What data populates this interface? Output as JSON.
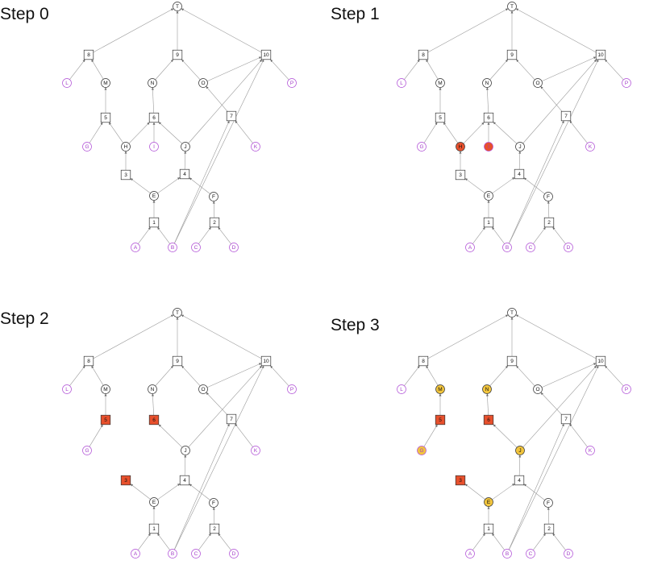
{
  "colors": {
    "normal_fill": "#ffffff",
    "normal_stroke": "#333333",
    "leaf_stroke": "#b04fd6",
    "leaf_text": "#a23cc8",
    "red_fill": "#e8502c",
    "yellow_fill": "#f2c53d",
    "edge": "#9a9a9a"
  },
  "panels": [
    {
      "title": "Step 0",
      "hidden": [],
      "red": [],
      "yellow": []
    },
    {
      "title": "Step 1",
      "hidden": [],
      "red": [
        "H",
        "I"
      ],
      "yellow": []
    },
    {
      "title": "Step 2",
      "hidden": [
        "H",
        "I"
      ],
      "red": [
        "5",
        "6",
        "3"
      ],
      "yellow": []
    },
    {
      "title": "Step 3",
      "hidden": [
        "H",
        "I"
      ],
      "red": [
        "5",
        "6",
        "3"
      ],
      "yellow": [
        "M",
        "N",
        "G",
        "J",
        "E"
      ]
    }
  ],
  "nodes": [
    {
      "id": "T",
      "shape": "circle",
      "kind": "normal"
    },
    {
      "id": "8",
      "shape": "square",
      "kind": "normal"
    },
    {
      "id": "9",
      "shape": "square",
      "kind": "normal"
    },
    {
      "id": "10",
      "shape": "square",
      "kind": "normal"
    },
    {
      "id": "L",
      "shape": "circle",
      "kind": "leaf"
    },
    {
      "id": "M",
      "shape": "circle",
      "kind": "normal"
    },
    {
      "id": "N",
      "shape": "circle",
      "kind": "normal"
    },
    {
      "id": "O",
      "shape": "circle",
      "kind": "normal"
    },
    {
      "id": "P",
      "shape": "circle",
      "kind": "leaf"
    },
    {
      "id": "5",
      "shape": "square",
      "kind": "normal"
    },
    {
      "id": "6",
      "shape": "square",
      "kind": "normal"
    },
    {
      "id": "7",
      "shape": "square",
      "kind": "normal"
    },
    {
      "id": "G",
      "shape": "circle",
      "kind": "leaf"
    },
    {
      "id": "H",
      "shape": "circle",
      "kind": "normal"
    },
    {
      "id": "I",
      "shape": "circle",
      "kind": "leaf"
    },
    {
      "id": "J",
      "shape": "circle",
      "kind": "normal"
    },
    {
      "id": "K",
      "shape": "circle",
      "kind": "leaf"
    },
    {
      "id": "3",
      "shape": "square",
      "kind": "normal"
    },
    {
      "id": "4",
      "shape": "square",
      "kind": "normal"
    },
    {
      "id": "E",
      "shape": "circle",
      "kind": "normal"
    },
    {
      "id": "F",
      "shape": "circle",
      "kind": "normal"
    },
    {
      "id": "1",
      "shape": "square",
      "kind": "normal"
    },
    {
      "id": "2",
      "shape": "square",
      "kind": "normal"
    },
    {
      "id": "A",
      "shape": "circle",
      "kind": "leaf"
    },
    {
      "id": "B",
      "shape": "circle",
      "kind": "leaf"
    },
    {
      "id": "C",
      "shape": "circle",
      "kind": "leaf"
    },
    {
      "id": "D",
      "shape": "circle",
      "kind": "leaf"
    }
  ],
  "edges": [
    [
      "8",
      "T"
    ],
    [
      "9",
      "T"
    ],
    [
      "10",
      "T"
    ],
    [
      "L",
      "8"
    ],
    [
      "M",
      "8"
    ],
    [
      "N",
      "9"
    ],
    [
      "O",
      "9"
    ],
    [
      "O",
      "10"
    ],
    [
      "P",
      "10"
    ],
    [
      "J",
      "10"
    ],
    [
      "B",
      "10"
    ],
    [
      "5",
      "M"
    ],
    [
      "6",
      "N"
    ],
    [
      "7",
      "O"
    ],
    [
      "G",
      "5"
    ],
    [
      "H",
      "5"
    ],
    [
      "H",
      "6"
    ],
    [
      "I",
      "6"
    ],
    [
      "J",
      "6"
    ],
    [
      "K",
      "7"
    ],
    [
      "3",
      "H"
    ],
    [
      "4",
      "J"
    ],
    [
      "E",
      "3"
    ],
    [
      "E",
      "4"
    ],
    [
      "F",
      "4"
    ],
    [
      "1",
      "E"
    ],
    [
      "2",
      "F"
    ],
    [
      "A",
      "1"
    ],
    [
      "B",
      "1"
    ],
    [
      "C",
      "2"
    ],
    [
      "D",
      "2"
    ],
    [
      "B",
      "7"
    ]
  ]
}
